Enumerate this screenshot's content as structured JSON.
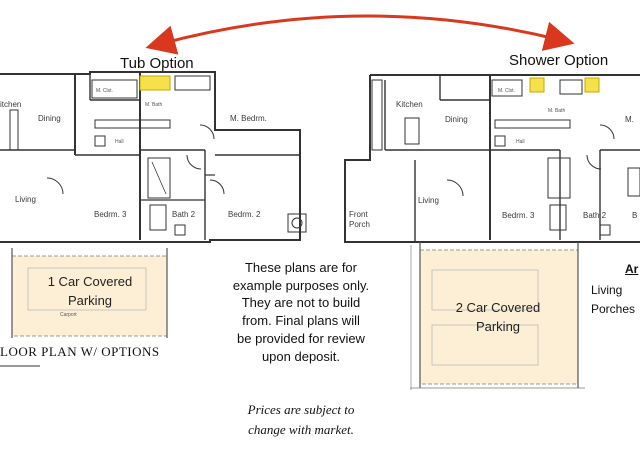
{
  "options": {
    "tub_title": "Tub Option",
    "shower_title": "Shower Option"
  },
  "left_plan": {
    "rooms": {
      "kitchen": "itchen",
      "dining": "Dining",
      "m_closet": "M. Clst.",
      "m_bath": "M. Bath",
      "m_bedrm": "M. Bedrm.",
      "hall": "Hall",
      "living": "Living",
      "bedrm3": "Bedrm. 3",
      "bath2": "Bath 2",
      "bedrm2": "Bedrm. 2"
    },
    "parking_label": "1 Car Covered\nParking",
    "carport_text": "Carport",
    "caption": "LOOR PLAN W/ OPTIONS"
  },
  "right_plan": {
    "rooms": {
      "kitchen": "Kitchen",
      "dining": "Dining",
      "m_closet": "M. Clst.",
      "m_bath": "M. Bath",
      "m_bedrm_partial": "M.",
      "hall": "Hall",
      "front_porch": "Front\nPorch",
      "living": "Living",
      "bedrm3": "Bedrm. 3",
      "bath2": "Bath 2",
      "bedrm2_partial": "B"
    },
    "parking_label": "2 Car Covered\nParking"
  },
  "disclaimer": "These plans are for\nexample purposes only.\nThey are not to build\nfrom.  Final plans will\nbe provided for review\nupon deposit.",
  "price_note": "Prices are subject to\nchange with market.",
  "side_labels": {
    "ar": "Ar",
    "living": "Living",
    "porches": "Porches"
  },
  "colors": {
    "arrow": "#d9381e",
    "parking_fill": "#fcefd6",
    "wall": "#333333",
    "bath_highlight": "#f5e24a"
  }
}
